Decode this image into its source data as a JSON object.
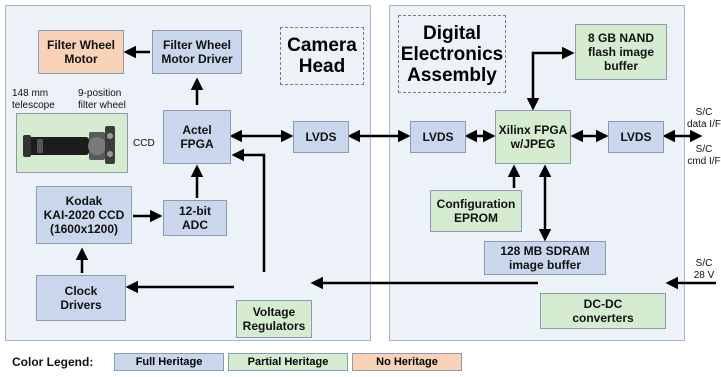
{
  "titles": {
    "camera_head": "Camera\nHead",
    "dea": "Digital\nElectronics\nAssembly"
  },
  "boxes": {
    "filter_wheel_motor": "Filter Wheel\nMotor",
    "filter_wheel_motor_driver": "Filter Wheel\nMotor Driver",
    "actel_fpga": "Actel\nFPGA",
    "lvds_cam": "LVDS",
    "kodak_ccd": "Kodak\nKAI-2020 CCD\n(1600x1200)",
    "adc": "12-bit\nADC",
    "clock_drivers": "Clock\nDrivers",
    "voltage_regulators": "Voltage\nRegulators",
    "lvds_dea_left": "LVDS",
    "xilinx_fpga": "Xilinx FPGA\nw/JPEG",
    "lvds_dea_right": "LVDS",
    "nand": "8 GB NAND\nflash image\nbuffer",
    "eprom": "Configuration\nEPROM",
    "sdram": "128 MB SDRAM\nimage buffer",
    "dcdc": "DC-DC\nconverters"
  },
  "labels": {
    "telescope": "148 mm\ntelescope",
    "filter_wheel": "9-position\nfilter wheel",
    "ccd": "CCD",
    "data_if": "S/C\ndata I/F",
    "cmd_if": "S/C\ncmd I/F",
    "power_28v": "S/C\n28 V"
  },
  "legend": {
    "title": "Color Legend:",
    "items": [
      {
        "label": "Full Heritage",
        "color": "#c9d6ec"
      },
      {
        "label": "Partial Heritage",
        "color": "#d6ecd0"
      },
      {
        "label": "No Heritage",
        "color": "#fad2b7"
      }
    ]
  },
  "colors": {
    "full_heritage": "#c9d6ec",
    "partial_heritage": "#d6ecd0",
    "no_heritage": "#fad2b7",
    "panel": "#edf2f9"
  }
}
